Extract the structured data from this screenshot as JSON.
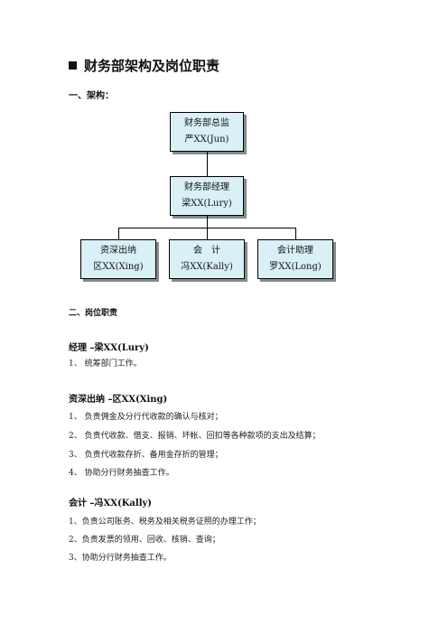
{
  "title": "财务部架构及岗位职责",
  "section1": "一、架构：",
  "org": {
    "director": {
      "title": "财务部总监",
      "name": "严XX(Jun)"
    },
    "manager": {
      "title": "财务部经理",
      "name": "梁XX(Lury)"
    },
    "cashier": {
      "title": "资深出纳",
      "name": "区XX(Xing)"
    },
    "accountant": {
      "title": "会　计",
      "name": "冯XX(Kally)"
    },
    "assistant": {
      "title": "会计助理",
      "name": "罗XX(Long)"
    }
  },
  "section2": "二、岗位职责",
  "duties": [
    {
      "head": "经理 –梁XX(Lury)",
      "items": [
        "1、 统筹部门工作。"
      ]
    },
    {
      "head": "资深出纳 –区XX(Xing)",
      "items": [
        "1、 负责佣金及分行代收款的确认与核对；",
        "2、 负责代收款、借支、报销、坏帐、回扣等各种款项的支出及结算；",
        "3、 负责代收款存折、备用金存折的管理；",
        "4、 协助分行财务抽查工作。"
      ]
    },
    {
      "head": "会计 –冯XX(Kally)",
      "items": [
        "1、负责公司账务、税务及相关税务证照的办理工作；",
        "2、负责发票的领用、回收、核销、查询；",
        "3、协助分行财务抽查工作。"
      ]
    }
  ]
}
